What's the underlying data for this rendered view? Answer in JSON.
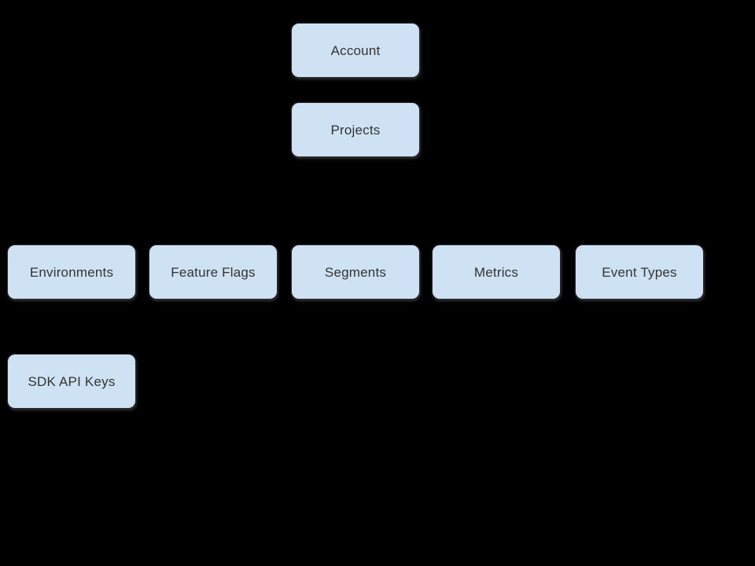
{
  "diagram": {
    "background_color": "#000000",
    "node_fill_color": "#cfe2f3",
    "node_border_color": "#242a30",
    "node_text_color": "#333333",
    "nodes": [
      {
        "id": "account",
        "label": "Account"
      },
      {
        "id": "projects",
        "label": "Projects"
      },
      {
        "id": "environments",
        "label": "Environments"
      },
      {
        "id": "feature-flags",
        "label": "Feature Flags"
      },
      {
        "id": "segments",
        "label": "Segments"
      },
      {
        "id": "metrics",
        "label": "Metrics"
      },
      {
        "id": "event-types",
        "label": "Event Types"
      },
      {
        "id": "sdk-api-keys",
        "label": "SDK API Keys"
      }
    ]
  }
}
